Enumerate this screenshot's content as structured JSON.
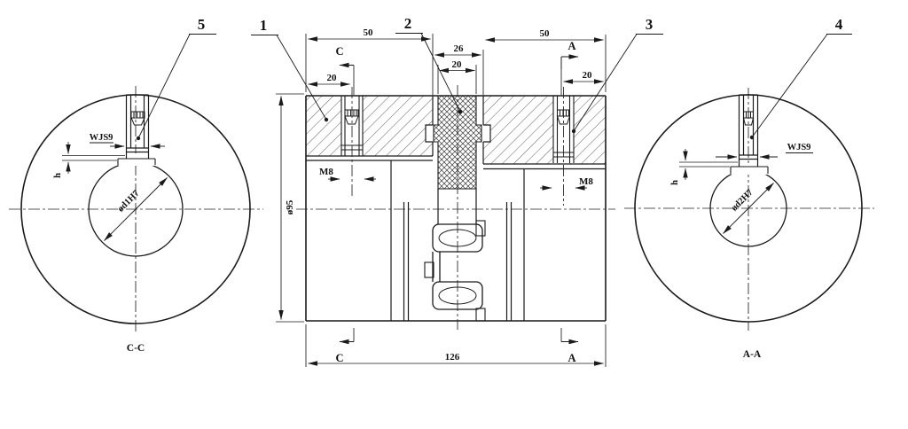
{
  "title": "Jaw coupling engineering drawing",
  "colors": {
    "line": "#1a1a1a",
    "thin": "#2b2b2b",
    "background": "#ffffff"
  },
  "balloons": {
    "b1": "1",
    "b2": "2",
    "b3": "3",
    "b4": "4",
    "b5": "5"
  },
  "left_view": {
    "section_label": "C-C",
    "keyway_width": "WJS9",
    "keyway_depth": "h",
    "bore_dia": "ød1H7"
  },
  "right_view": {
    "section_label": "A-A",
    "keyway_width": "WJS9",
    "keyway_depth": "h",
    "bore_dia": "ød2H7"
  },
  "center_view": {
    "dim_hub_left": "50",
    "dim_mid_gap": "26",
    "dim_spacer": "20",
    "dim_screw_left": "20",
    "dim_hub_right": "50",
    "dim_screw_right": "20",
    "dim_od": "ø95",
    "dim_overall": "126",
    "thread_left": "M8",
    "thread_right": "M8",
    "cut_top_left": "C",
    "cut_top_right": "A",
    "cut_bottom_left": "C",
    "cut_bottom_right": "A"
  }
}
